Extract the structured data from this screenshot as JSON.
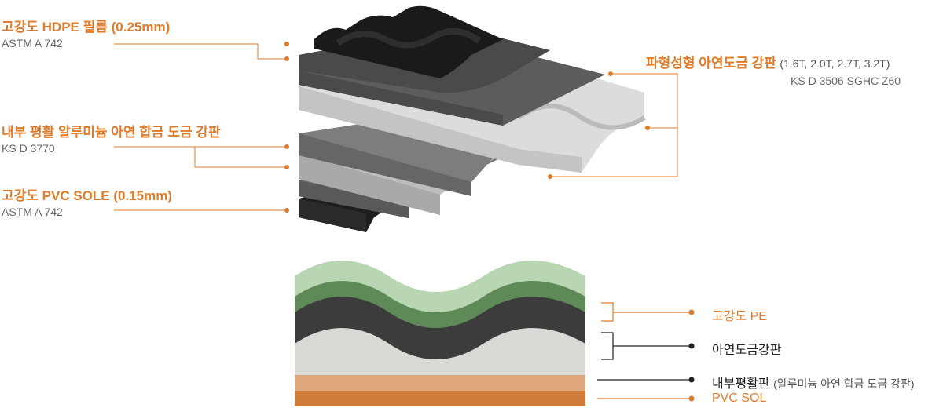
{
  "top_diagram": {
    "labels": [
      {
        "title": "고강도 HDPE 필름 (0.25mm)",
        "spec": "ASTM A 742"
      },
      {
        "title": "내부 평활 알루미늄 아연 합금 도금 강판",
        "spec": "KS D 3770"
      },
      {
        "title": "고강도 PVC SOLE (0.15mm)",
        "spec": "ASTM A 742"
      }
    ],
    "right_label": {
      "title": "파형성형 아연도금 강판",
      "title_extra": "(1.6T, 2.0T, 2.7T, 3.2T)",
      "spec": "KS D 3506 SGHC Z60"
    }
  },
  "cross_section": {
    "legend": [
      {
        "label": "고강도 PE",
        "note": "",
        "color": "#e07b2a"
      },
      {
        "label": "아연도금강판",
        "note": "",
        "color": "#222222"
      },
      {
        "label": "내부평활판",
        "note": "(알루미늄 아연 합금 도금 강판)",
        "color": "#222222"
      },
      {
        "label": "PVC SOL",
        "note": "",
        "color": "#e07b2a"
      }
    ]
  },
  "colors": {
    "accent": "#e07b2a",
    "pe_light": "#b9d6b2",
    "pe_dark": "#5e8a58",
    "steel_dark": "#3c3c3c",
    "inner_plate": "#d9dad6",
    "inner_sheet": "#dfa87c",
    "pvc": "#cf7b3a"
  }
}
